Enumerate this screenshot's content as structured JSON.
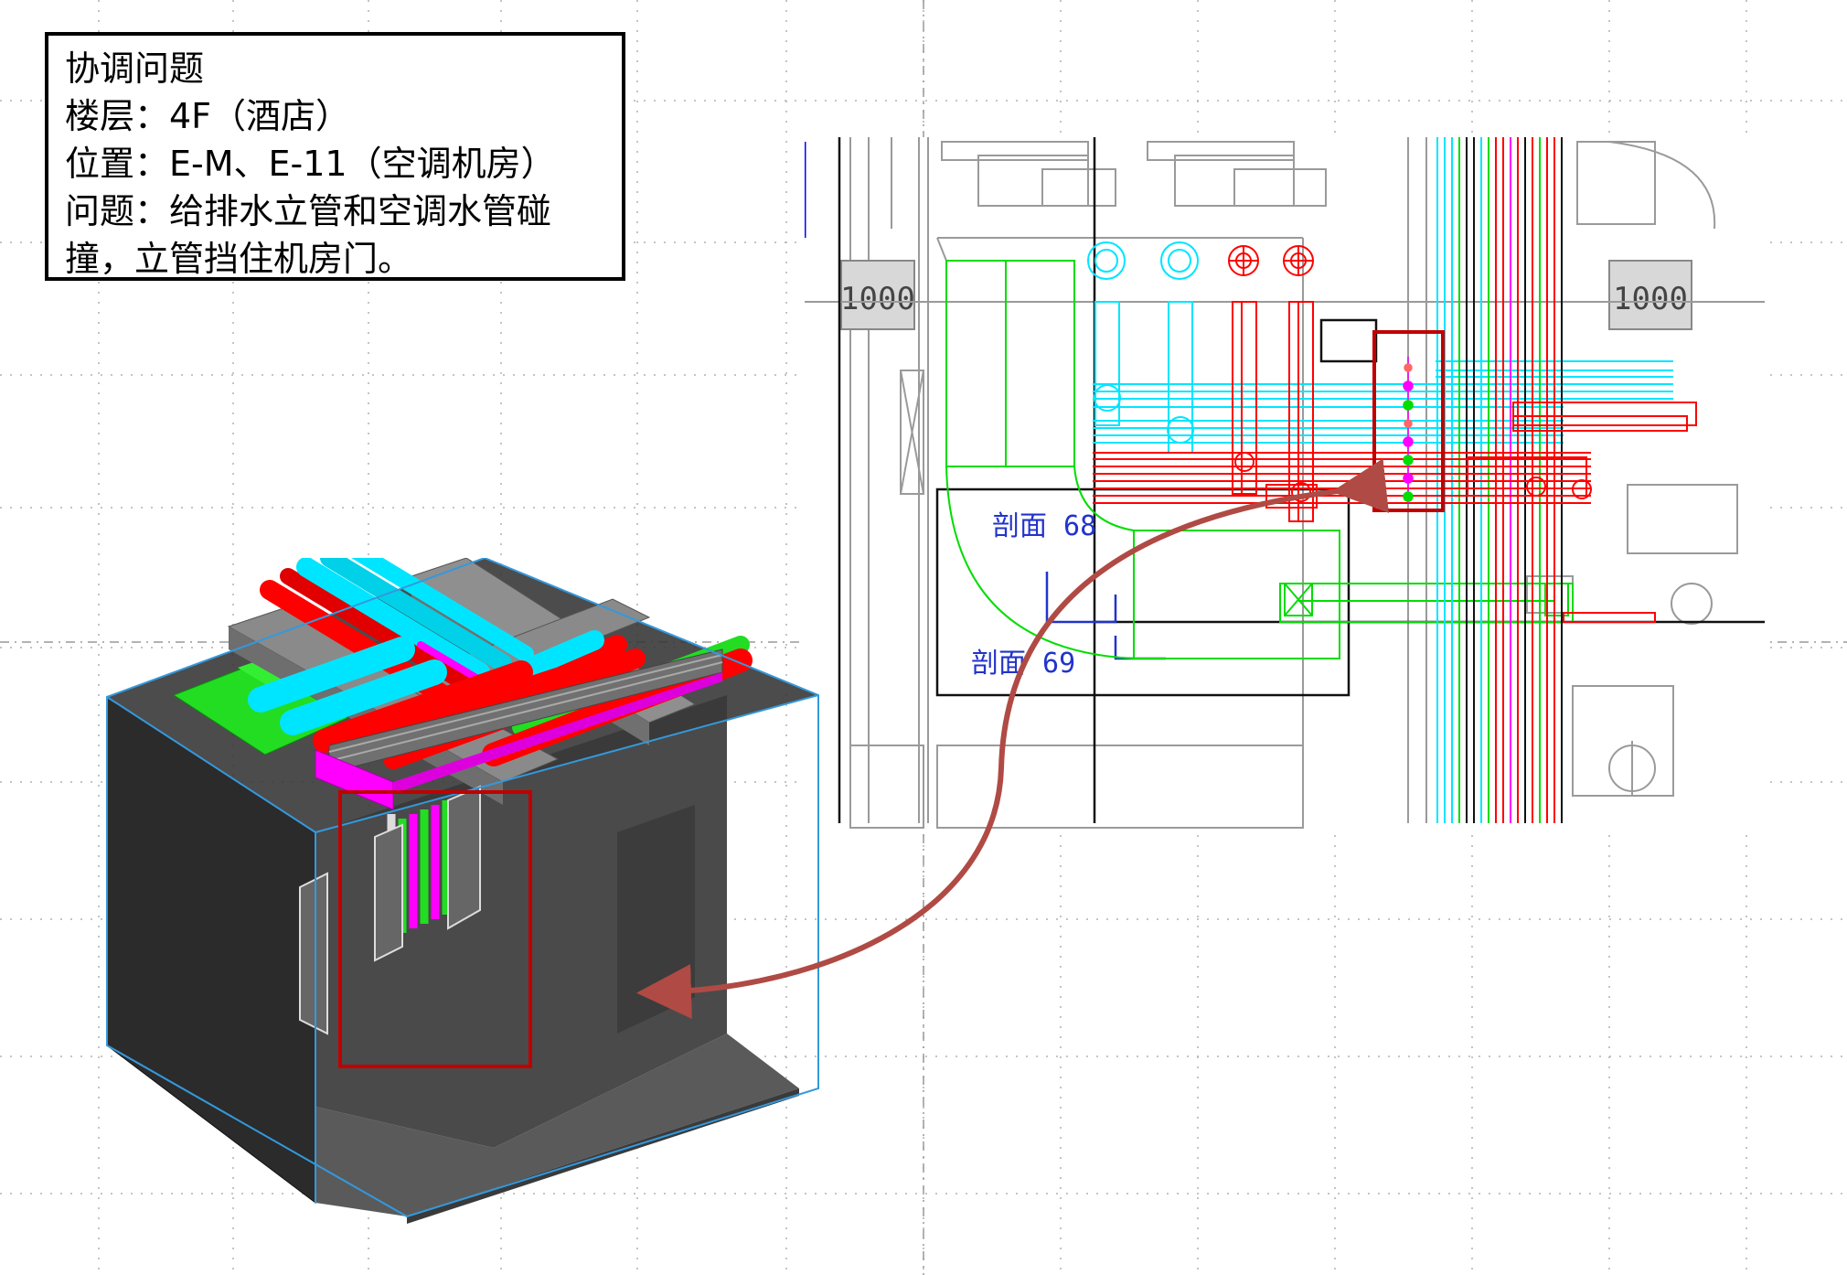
{
  "annotation": {
    "heading": "协调问题",
    "floor": "楼层：4F（酒店）",
    "location": "位置：E-M、E-11（空调机房）",
    "problem_line1": "问题：给排水立管和空调水管碰",
    "problem_line2": "撞，立管挡住机房门。"
  },
  "plan": {
    "dim_left": "1000",
    "dim_right": "1000",
    "section_68": "剖面 68",
    "section_69": "剖面 69"
  },
  "colors": {
    "clash_highlight": "#c00000",
    "arrow": "#b04a44",
    "chilled_water": "#00e5ff",
    "plumbing_red": "#ff0000",
    "plumbing_green": "#00dd00",
    "tray_magenta": "#ff00ff",
    "annotation_blue": "#2233cc"
  }
}
